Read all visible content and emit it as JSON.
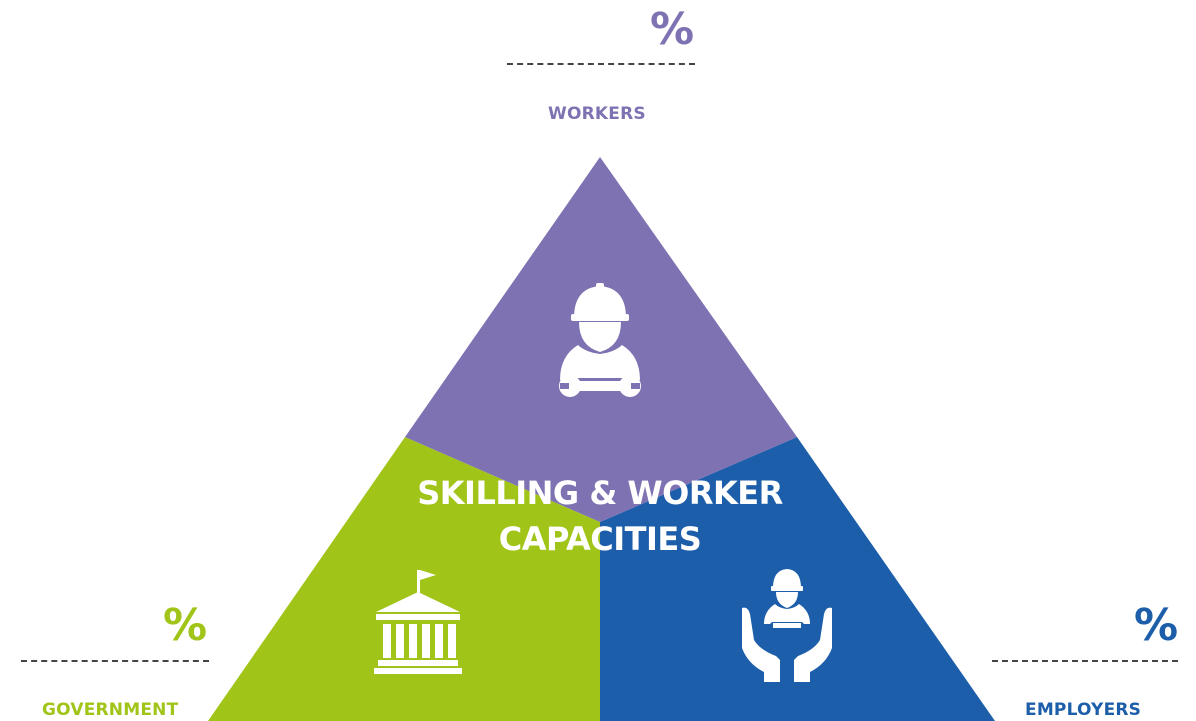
{
  "diagram": {
    "center_title": "SKILLING & WORKER CAPACITIES",
    "sections": {
      "workers": {
        "label": "WORKERS",
        "percent": "%",
        "color": "#7f72b2",
        "icon": "construction-worker-icon"
      },
      "government": {
        "label": "GOVERNMENT",
        "percent": "%",
        "color": "#a0c418",
        "icon": "government-building-icon"
      },
      "employers": {
        "label": "EMPLOYERS",
        "percent": "%",
        "color": "#1d5eaa",
        "icon": "hands-holding-worker-icon"
      }
    }
  }
}
